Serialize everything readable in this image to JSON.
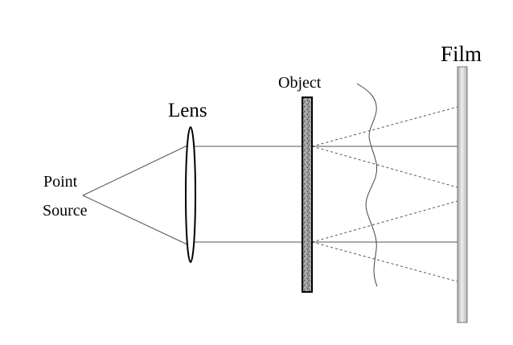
{
  "diagram": {
    "labels": {
      "film": "Film",
      "object": "Object",
      "lens": "Lens",
      "point": "Point",
      "source": "Source"
    }
  }
}
